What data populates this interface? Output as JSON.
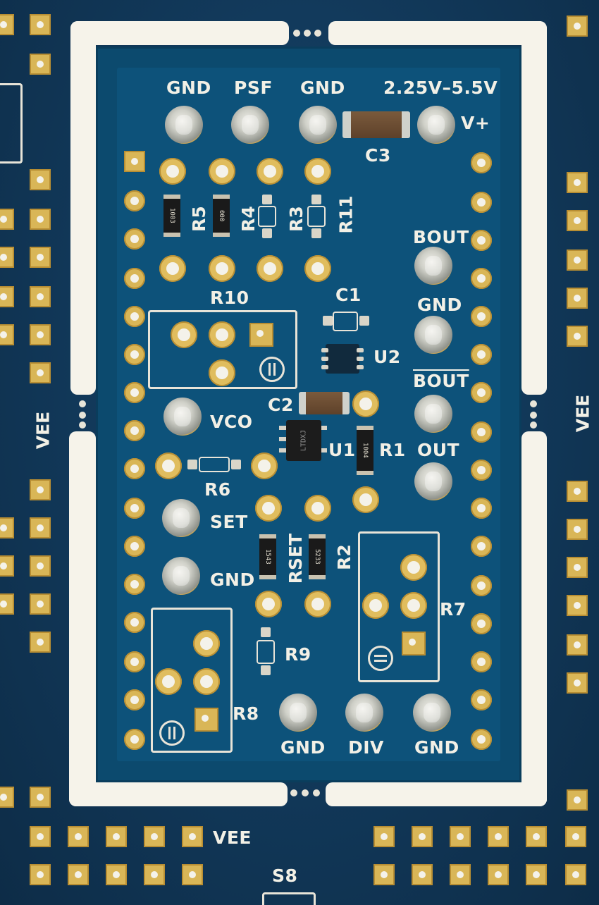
{
  "colors": {
    "solder_mask": "#0c4a6e",
    "copper_pad": "#d9b657",
    "silkscreen": "#f2f0e6",
    "board_edge": "#f6f3ea"
  },
  "silkscreen": {
    "top_gnd_1": "GND",
    "top_psf": "PSF",
    "top_gnd_2": "GND",
    "supply_range": "2.25V–5.5V",
    "vplus": "V+",
    "c3": "C3",
    "r5": "R5",
    "r4": "R4",
    "r3": "R3",
    "r11": "R11",
    "r10": "R10",
    "bout": "BOUT",
    "gnd_right": "GND",
    "bout_bar": "BOUT",
    "out": "OUT",
    "c1": "C1",
    "u2": "U2",
    "c2": "C2",
    "u1": "U1",
    "r1": "R1",
    "vco": "VCO",
    "r6": "R6",
    "set": "SET",
    "gnd_left": "GND",
    "rset": "RSET",
    "r2": "R2",
    "r7": "R7",
    "r9": "R9",
    "r8": "R8",
    "bottom_gnd_1": "GND",
    "bottom_div": "DIV",
    "bottom_gnd_2": "GND",
    "vee_left": "VEE",
    "vee_right": "VEE",
    "vee_bottom": "VEE",
    "s8": "S8"
  },
  "parts": {
    "r5_code": "1003",
    "r4_code": "000",
    "rset_code": "1543",
    "r2_code": "5233",
    "r1_code": "1004",
    "u1_marking": "LTDXJ"
  }
}
